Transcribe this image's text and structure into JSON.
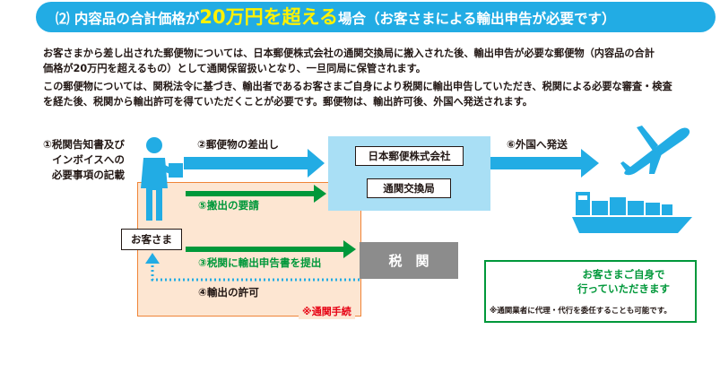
{
  "header": {
    "prefix": "⑵ 内容品の合計価格が",
    "highlight": "20万円を超える",
    "suffix": "場合（お客さまによる輸出申告が必要です）"
  },
  "paragraphs": [
    "お客さまから差し出された郵便物については、日本郵便株式会社の通関交換局に搬入された後、輸出申告が必要な郵便物（内容品の合計",
    "価格が20万円を超えるもの）として通関保留扱いとなり、一旦同局に保管されます。",
    "この郵便物については、関税法令に基づき、輸出者であるお客さまご自身により税関に輸出申告していただき、税関による必要な審査・検査",
    "を経た後、税関から輸出許可を得ていただくことが必要です。郵便物は、輸出許可後、外国へ発送されます。"
  ],
  "diagram": {
    "step1": [
      "①税関告知書及び",
      "インボイスへの",
      "必要事項の記載"
    ],
    "customer": "お客さま",
    "step2": "②郵便物の差出し",
    "japan_post": "日本郵便株式会社",
    "exchange_office": "通関交換局",
    "step6": "⑥外国へ発送",
    "step5": "⑤搬出の要請",
    "step3": "③税関に輸出申告書を提出",
    "customs": "税　関",
    "step4": "④輸出の許可",
    "customs_procedure": "※通関手続",
    "legend_line1": "お客さまご自身で",
    "legend_line2": "行っていただきます",
    "legend_note": "※通関業者に代理・代行を委任することも可能です。"
  },
  "colors": {
    "header_bg": "#22ace4",
    "highlight": "#fff200",
    "arrow_blue": "#22ace4",
    "arrow_green": "#00983a",
    "procedure_orange": "#f08437",
    "procedure_fill": "#fde6d2",
    "japan_post_fill": "#a9dff5",
    "customs_fill": "#8c8c8c"
  }
}
